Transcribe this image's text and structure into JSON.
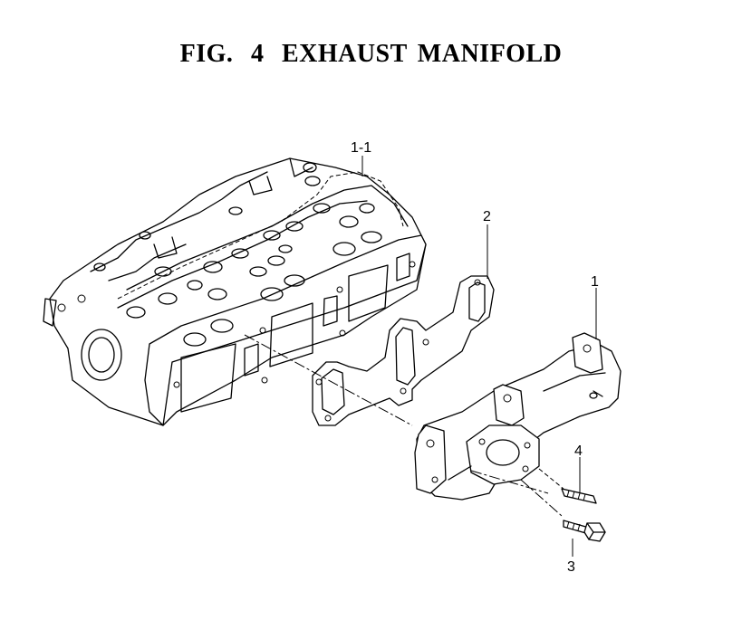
{
  "figure": {
    "prefix": "FIG.",
    "number": "4",
    "title": "EXHAUST MANIFOLD"
  },
  "callouts": [
    {
      "id": "1-1"
    },
    {
      "id": "2"
    },
    {
      "id": "1"
    },
    {
      "id": "4"
    },
    {
      "id": "3"
    }
  ]
}
